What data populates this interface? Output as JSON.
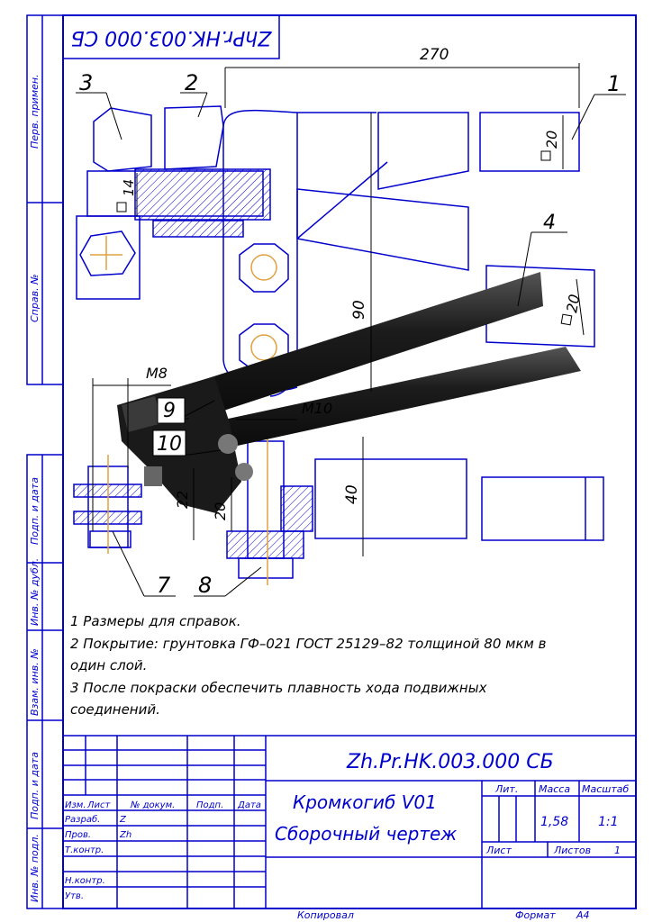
{
  "drawing": {
    "code": "Zh.Pr.HK.003.000 СБ",
    "code_top": "ZhPr.HK.003.000 СБ",
    "title_line1": "Кромкогиб V01",
    "title_line2": "Сборочный чертеж",
    "mass": "1,58",
    "scale": "1:1",
    "sheets_total": "1",
    "copied": "Копировал",
    "format_label": "Формат",
    "format": "A4"
  },
  "title_headers": {
    "lit": "Лит.",
    "mass": "Масса",
    "scale": "Масштаб",
    "sheet": "Лист",
    "sheets": "Листов"
  },
  "revision_headers": {
    "izm": "Изм.",
    "list": "Лист",
    "doc": "№ докум.",
    "sign": "Подп.",
    "date": "Дата"
  },
  "signatures": [
    {
      "role": "Разраб.",
      "name": "Z"
    },
    {
      "role": "Пров.",
      "name": "Zh"
    },
    {
      "role": "Т.контр.",
      "name": ""
    },
    {
      "role": "",
      "name": ""
    },
    {
      "role": "Н.контр.",
      "name": ""
    },
    {
      "role": "Утв.",
      "name": ""
    }
  ],
  "side_labels": {
    "perv": "Перв. примен.",
    "sprav": "Справ. №",
    "podp1": "Подп. и дата",
    "inv_dubl": "Инв. № дубл.",
    "vzam": "Взам. инв. №",
    "podp2": "Подп. и дата",
    "inv_podl": "Инв. № подл."
  },
  "notes": [
    "1  Размеры для справок.",
    "2  Покрытие: грунтовка ГФ–021 ГОСТ 25129–82 толщиной 80 мкм в",
    "один слой.",
    "3  После   покраски   обеспечить   плавность   хода   подвижных",
    "соединений."
  ],
  "dimensions": {
    "d270": "270",
    "d90": "90",
    "d40": "40",
    "d22": "22",
    "d20a": "20",
    "d14": "14",
    "sq20a": "20",
    "sq20b": "20",
    "m8": "M8",
    "m10": "M10"
  },
  "balloons": [
    "1",
    "2",
    "3",
    "4",
    "7",
    "8",
    "9",
    "10"
  ],
  "colors": {
    "frame": "#0000cc",
    "line": "#000000",
    "handle": "#1a1a1a"
  }
}
